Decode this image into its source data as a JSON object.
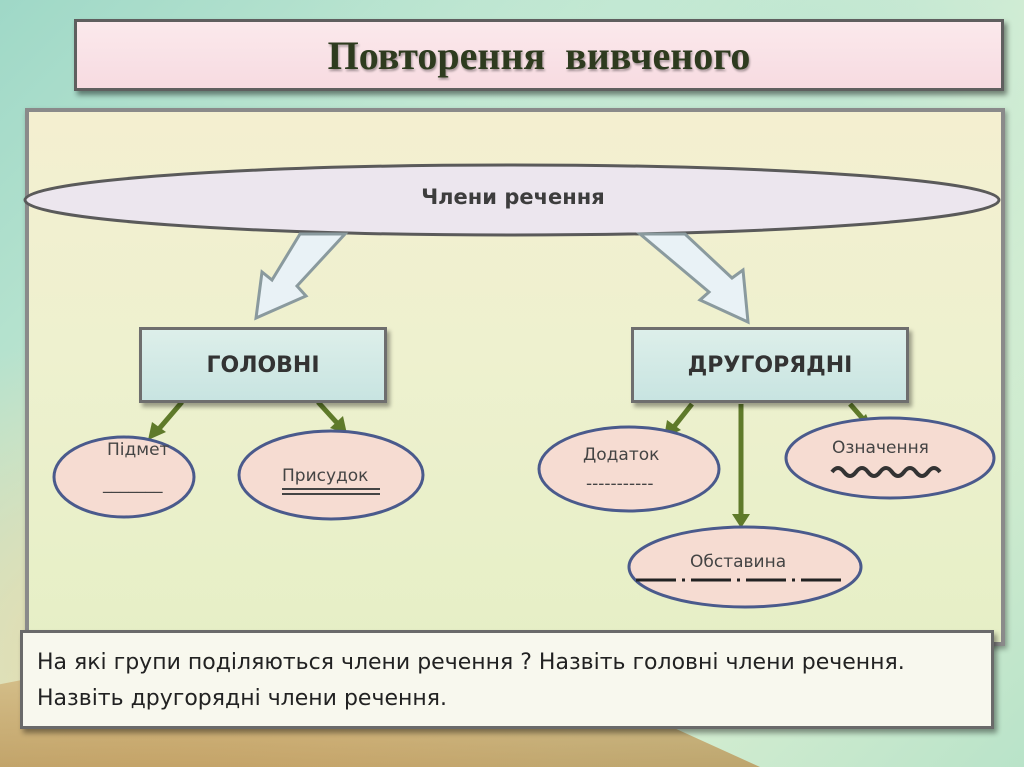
{
  "title": "Повторення  вивченого",
  "diagram": {
    "root": "Члени речення",
    "groups": {
      "main": "ГОЛОВНІ",
      "secondary": "ДРУГОРЯДНІ"
    },
    "members": {
      "subject": {
        "label": "Підмет",
        "marker": "_______"
      },
      "predicate": {
        "label": "Присудок"
      },
      "object": {
        "label": "Додаток",
        "marker": "-----------"
      },
      "attribute": {
        "label": "Означення"
      },
      "adverbial": {
        "label": "Обставина"
      }
    }
  },
  "question": "На які групи поділяються  члени речення ? Назвіть головні члени речення. Назвіть другорядні члени речення.",
  "colors": {
    "title_bg": "#f7dbe1",
    "ellipse_fill": "#ece6ee",
    "group_box_fill": "#cfe7e3",
    "leaf_fill": "#f6dcd2",
    "leaf_border": "#4a5a8c",
    "arrow_green": "#5f7a2a"
  }
}
